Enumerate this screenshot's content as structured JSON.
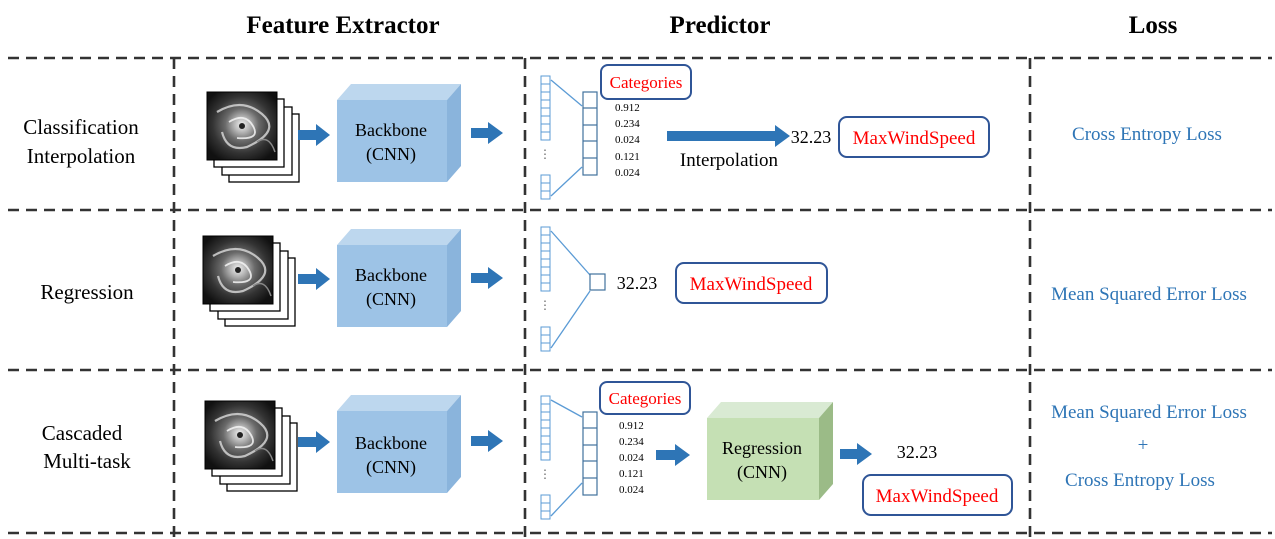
{
  "headers": {
    "feature_extractor": "Feature Extractor",
    "predictor": "Predictor",
    "loss": "Loss"
  },
  "rows": [
    {
      "label_lines": [
        "Classification",
        "Interpolation"
      ],
      "backbone_lines": [
        "Backbone",
        "(CNN)"
      ],
      "categories_label": "Categories",
      "probabilities": [
        "0.912",
        "0.234",
        "0.024",
        "0.121",
        "0.024"
      ],
      "interpolation_label": "Interpolation",
      "value": "32.23",
      "output_label": "MaxWindSpeed",
      "loss_lines": [
        "Cross Entropy Loss"
      ]
    },
    {
      "label_lines": [
        "Regression"
      ],
      "backbone_lines": [
        "Backbone",
        "(CNN)"
      ],
      "value": "32.23",
      "output_label": "MaxWindSpeed",
      "loss_lines": [
        "Mean Squared Error Loss"
      ]
    },
    {
      "label_lines": [
        "Cascaded",
        "Multi-task"
      ],
      "backbone_lines": [
        "Backbone",
        "(CNN)"
      ],
      "categories_label": "Categories",
      "probabilities": [
        "0.912",
        "0.234",
        "0.024",
        "0.121",
        "0.024"
      ],
      "regression_lines": [
        "Regression",
        "(CNN)"
      ],
      "value": "32.23",
      "output_label": "MaxWindSpeed",
      "loss_lines": [
        "Mean Squared Error Loss",
        "+",
        "Cross Entropy Loss"
      ]
    }
  ],
  "colors": {
    "backbone_front": "#9dc3e6",
    "backbone_top": "#bdd7ee",
    "backbone_side": "#8ab4dc",
    "regression_front": "#c5e0b4",
    "regression_top": "#d9ead3",
    "regression_side": "#9bbb87",
    "arrow": "#2e75b6",
    "loss_text": "#2e75b6",
    "highlight_text": "#ff0000",
    "callout_border": "#2f5597",
    "vector_stroke": "#5b9bd5",
    "cell_stroke": "#41719c"
  }
}
